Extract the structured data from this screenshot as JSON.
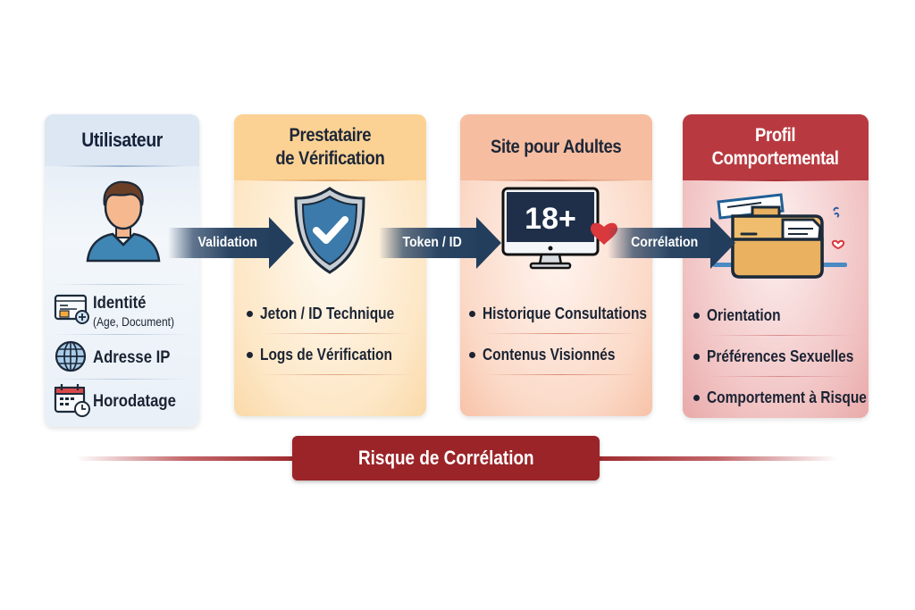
{
  "diagram": {
    "stages": [
      {
        "id": "user",
        "title": "Utilisateur",
        "icon": "user-avatar-icon",
        "items": [
          {
            "label": "Identité",
            "sublabel": "(Age, Document)",
            "icon": "id-card-icon"
          },
          {
            "label": "Adresse IP",
            "icon": "globe-icon"
          },
          {
            "label": "Horodatage",
            "icon": "calendar-clock-icon"
          }
        ]
      },
      {
        "id": "provider",
        "title_line1": "Prestataire",
        "title_line2": "de Vérification",
        "icon": "shield-check-icon",
        "items": [
          {
            "label": "Jeton / ID Technique"
          },
          {
            "label": "Logs de Vérification"
          }
        ]
      },
      {
        "id": "site",
        "title": "Site pour Adultes",
        "icon": "monitor-18plus-icon",
        "screen_text": "18+",
        "items": [
          {
            "label": "Historique Consultations"
          },
          {
            "label": "Contenus Visionnés"
          }
        ]
      },
      {
        "id": "profile",
        "title_line1": "Profil",
        "title_line2": "Comportemental",
        "icon": "folder-documents-icon",
        "items": [
          {
            "label": "Orientation"
          },
          {
            "label": "Préférences Sexuelles"
          },
          {
            "label": "Comportement à Risque"
          }
        ]
      }
    ],
    "arrows": [
      {
        "label": "Validation",
        "from": "user",
        "to": "provider"
      },
      {
        "label": "Token / ID",
        "from": "provider",
        "to": "site"
      },
      {
        "label": "Corrélation",
        "from": "site",
        "to": "profile"
      }
    ],
    "footer_banner": "Risque de Corrélation",
    "colors": {
      "user_card": "#dce7f3",
      "provider_card": "#fbd293",
      "site_card": "#f6bda0",
      "profile_card": "#b83a40",
      "arrow": "#2b4563",
      "banner": "#9a2428"
    }
  }
}
